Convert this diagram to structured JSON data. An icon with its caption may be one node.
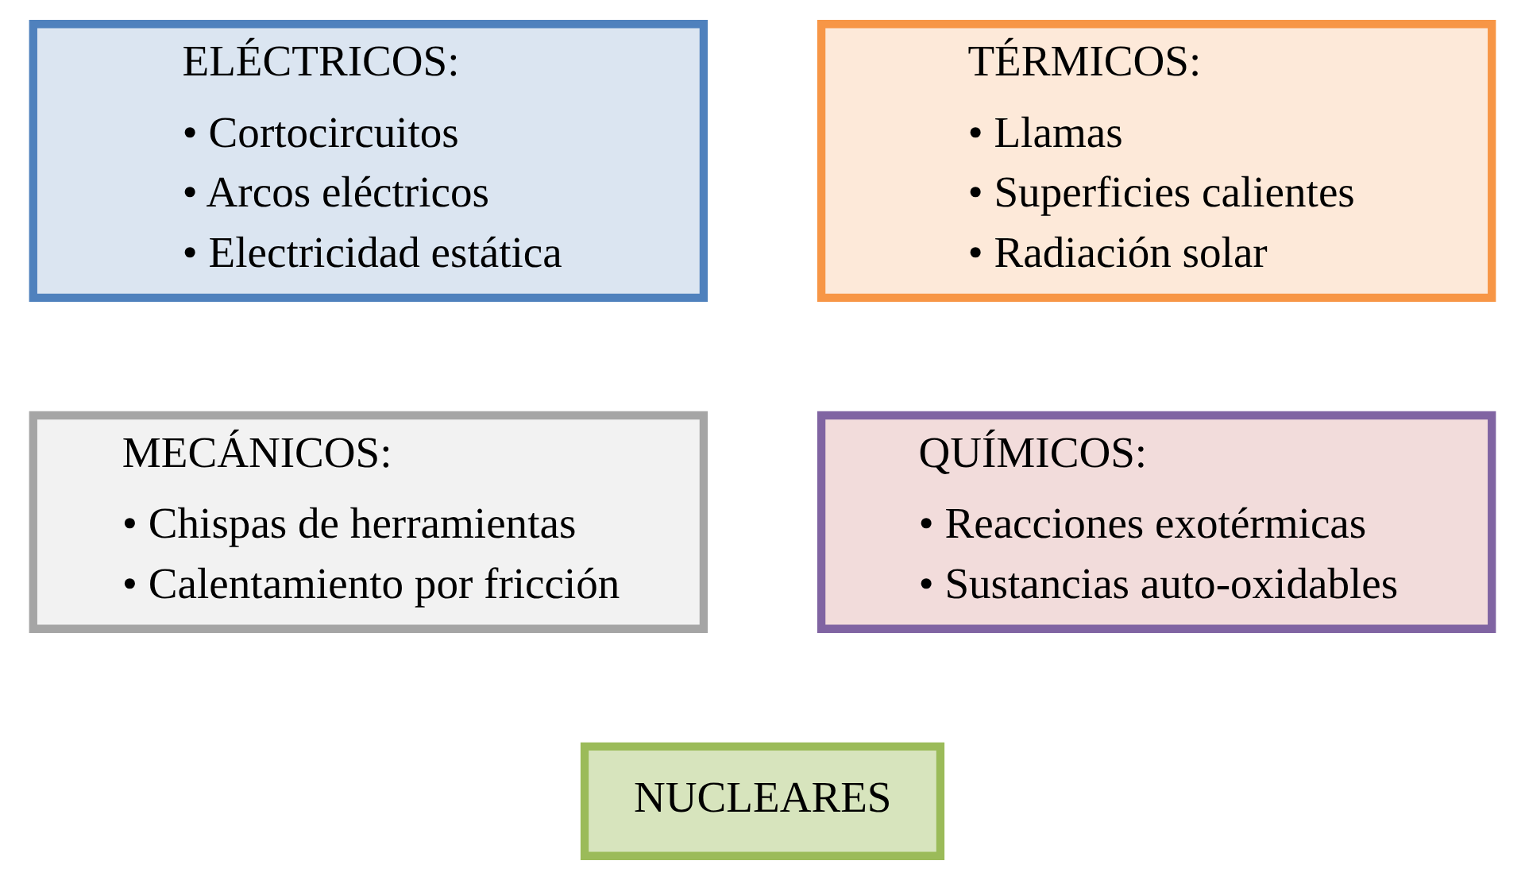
{
  "diagram": {
    "nodes": [
      {
        "text": [
          "ELÉCTRICOS:",
          "• Cortocircuitos",
          "• Arcos eléctricos",
          "• Electricidad estática"
        ]
      },
      {
        "text": [
          "TÉRMICOS:",
          "• Llamas",
          "• Superficies calientes",
          "• Radiación solar"
        ]
      },
      {
        "text": [
          "MECÁNICOS:",
          "• Chispas de herramientas",
          "• Calentamiento por fricción"
        ]
      },
      {
        "text": [
          "QUÍMICOS:",
          "• Reacciones exotérmicas",
          "• Sustancias auto-oxidables"
        ]
      },
      {
        "text": [
          "NUCLEARES"
        ]
      }
    ]
  }
}
